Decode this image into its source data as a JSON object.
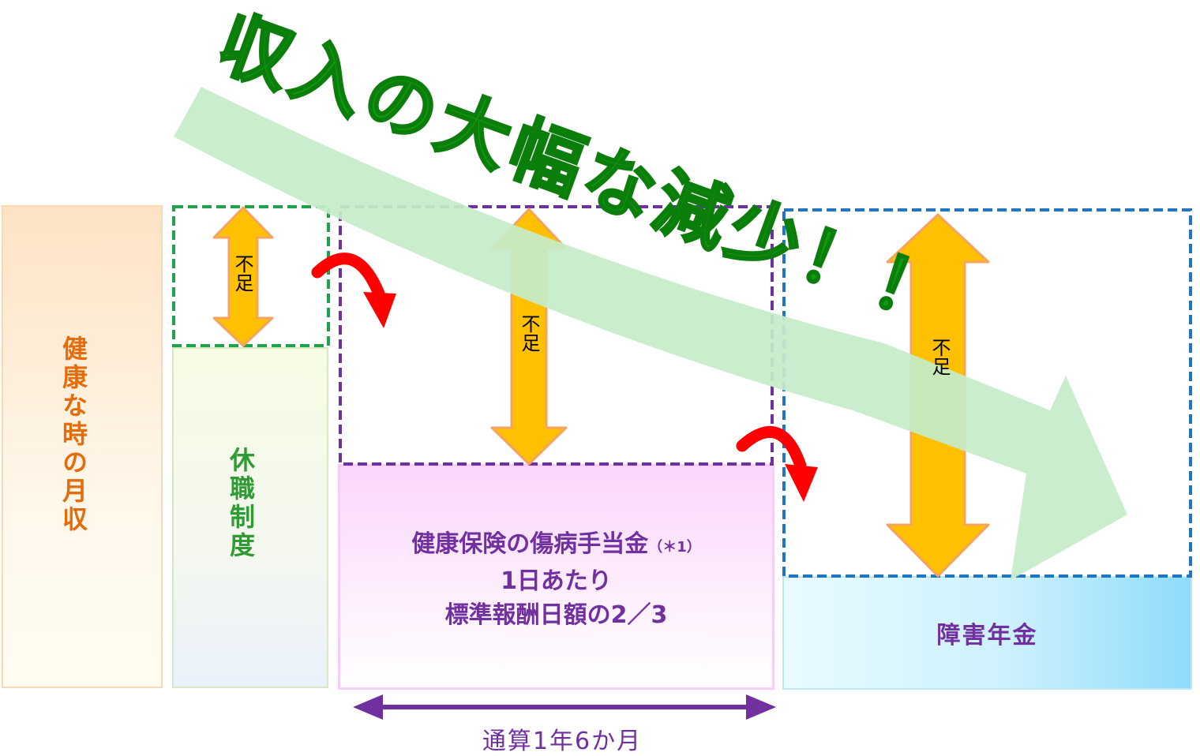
{
  "headline": "収入の大幅な減少！！",
  "columns": {
    "healthy": {
      "label": "健康な時の月収",
      "color": "#e46c0a"
    },
    "leave": {
      "label": "休職制度",
      "color": "#2e9b35"
    },
    "sickness": {
      "line1": "健康保険の傷病手当金",
      "note": "（＊1）",
      "line2": "1日あたり",
      "line3": "標準報酬日額の2／3",
      "color": "#7030a0"
    },
    "pension": {
      "label": "障害年金",
      "color": "#7030a0"
    }
  },
  "shortage_label": "不足",
  "period": {
    "label": "通算1年6か月"
  },
  "colors": {
    "headline": "#109b10",
    "trend_arrow": "#c6ecc9",
    "shortage_arrow_fill": "#ffc000",
    "shortage_arrow_stroke": "#f4a460",
    "transition_arrow": "#ff0000",
    "period_arrow": "#7030a0",
    "leave_dash": "#1fa34a",
    "sickness_dash": "#7030a0",
    "pension_dash": "#1f77c4"
  }
}
